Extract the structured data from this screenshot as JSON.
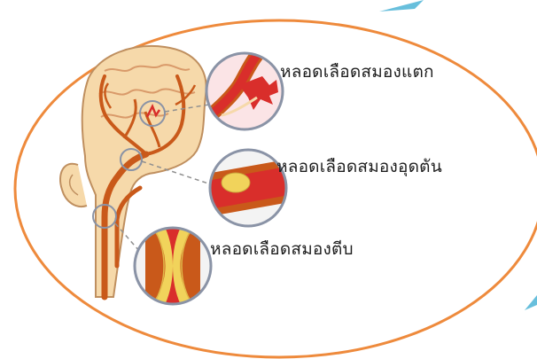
{
  "labels": {
    "rupture": "หลอดเลือดสมองแตก",
    "blockage": "หลอดเลือดสมองอุดตัน",
    "narrowing": "หลอดเลือดสมองตีบ"
  },
  "colors": {
    "ellipse_outline": "#ee8a3c",
    "vessel": "#c9591a",
    "skin": "#f6d9aa",
    "head_outline": "#bf8f5f",
    "callout_ring": "#8a93a6",
    "blood": "#d92e2b",
    "plaque": "#f1d35b",
    "arrow": "#58b8d8"
  },
  "icons": [
    "head-profile-icon",
    "rupture-callout-icon",
    "blockage-callout-icon",
    "narrowing-callout-icon",
    "corner-arrow-icon"
  ]
}
